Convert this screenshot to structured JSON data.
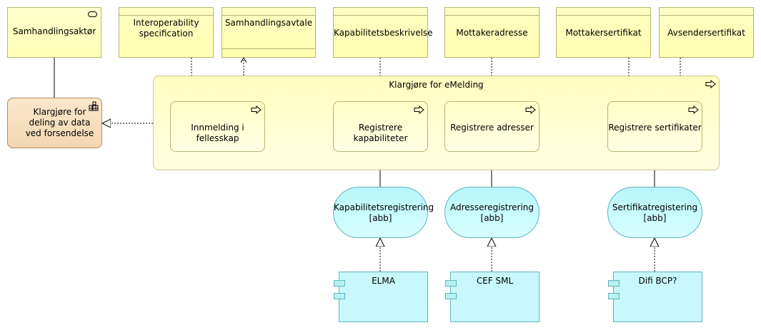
{
  "top_objects": [
    {
      "id": "actor",
      "label": "Samhandlingsaktør"
    },
    {
      "id": "interop",
      "label": "Interoperability specification"
    },
    {
      "id": "agreement",
      "label": "Samhandlingsavtale"
    },
    {
      "id": "capdesc",
      "label": "Kapabilitetsbeskrivelse"
    },
    {
      "id": "recvaddr",
      "label": "Mottakeradresse"
    },
    {
      "id": "recvcert",
      "label": "Mottakersertifikat"
    },
    {
      "id": "sendcert",
      "label": "Avsendersertifikat"
    }
  ],
  "function_label": "Klargjøre for deling av data ved forsendelse",
  "group_label": "Klargjøre for eMelding",
  "processes": [
    {
      "id": "p1",
      "label": "Innmelding i fellesskap"
    },
    {
      "id": "p2",
      "label": "Registrere kapabiliteter"
    },
    {
      "id": "p3",
      "label": "Registrere adresser"
    },
    {
      "id": "p4",
      "label": "Registrere sertifikater"
    }
  ],
  "services": [
    {
      "id": "s1",
      "line1": "Kapabilitetsregistrering",
      "line2": "[abb]"
    },
    {
      "id": "s2",
      "line1": "Adresseregistrering",
      "line2": "[abb]"
    },
    {
      "id": "s3",
      "line1": "Sertifikatregistering",
      "line2": "[abb]"
    }
  ],
  "components": [
    {
      "id": "c1",
      "label": "ELMA"
    },
    {
      "id": "c2",
      "label": "CEF SML"
    },
    {
      "id": "c3",
      "label": "Difi BCP?"
    }
  ]
}
